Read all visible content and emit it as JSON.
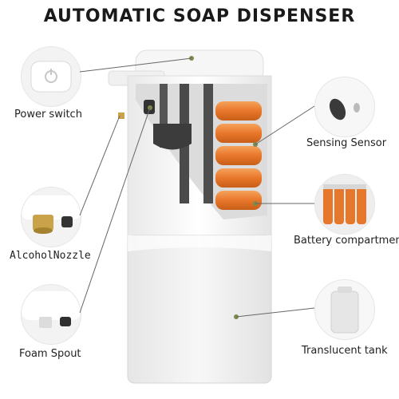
{
  "title": "AUTOMATIC SOAP DISPENSER",
  "callouts": {
    "power_switch": "Power switch",
    "alcohol_nozzle": "AlcoholNozzle",
    "foam_spout": "Foam Spout",
    "sensing_sensor": "Sensing Sensor",
    "battery_compartment": "Battery compartment",
    "translucent_tank": "Translucent tank"
  },
  "colors": {
    "battery": "#e7772b",
    "line": "#666666",
    "dot": "#7a8a4a"
  }
}
